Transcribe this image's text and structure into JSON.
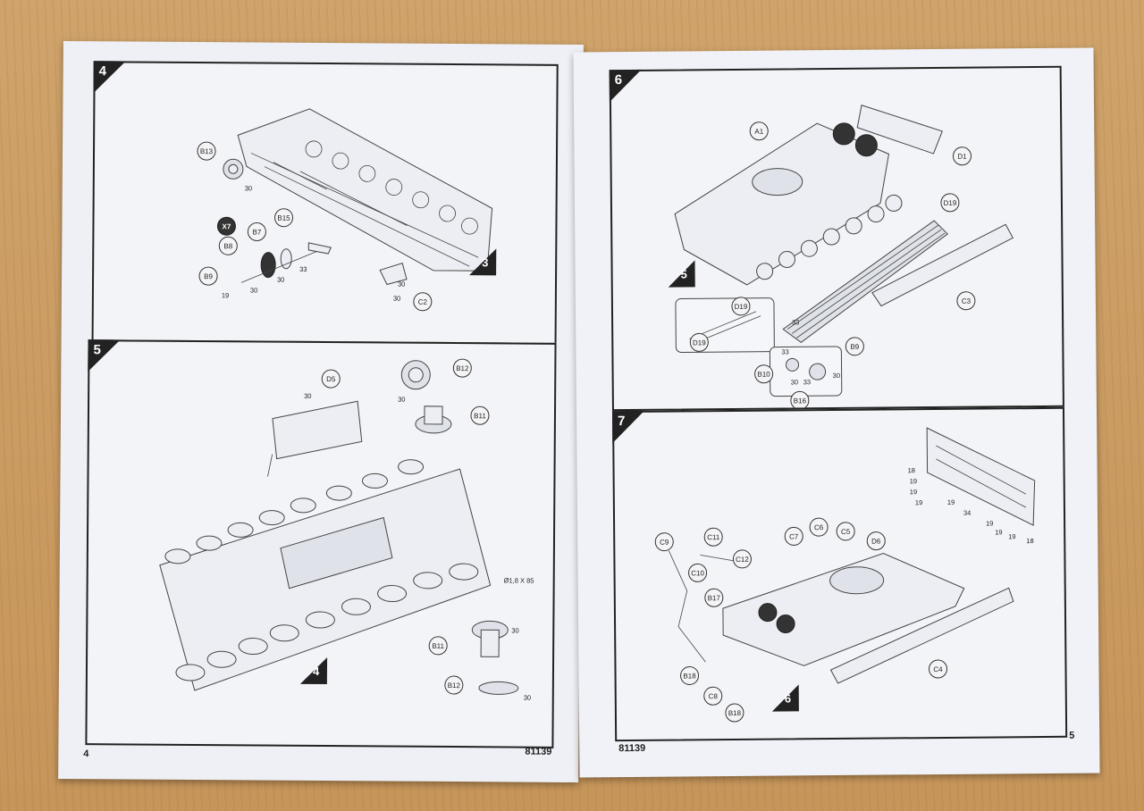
{
  "left_page": {
    "page_number": "4",
    "catalog_number": "81139",
    "steps": [
      {
        "number": "4",
        "labels": [
          "B13",
          "X7",
          "B15",
          "B7",
          "B8",
          "B9",
          "C2"
        ],
        "numbers": [
          "30",
          "33",
          "30",
          "30",
          "19",
          "30",
          "30"
        ],
        "next_step": "3"
      },
      {
        "number": "5",
        "labels": [
          "D5",
          "B12",
          "B11",
          "B11",
          "B12"
        ],
        "numbers": [
          "30",
          "30",
          "30",
          "30"
        ],
        "dimension": "Ø1,8 X 85",
        "next_step": "4"
      }
    ]
  },
  "right_page": {
    "page_number": "5",
    "catalog_number": "81139",
    "steps": [
      {
        "number": "6",
        "labels": [
          "A1",
          "D1",
          "D19",
          "C3",
          "B9",
          "D19",
          "D19",
          "B10",
          "B16"
        ],
        "numbers": [
          "33",
          "33",
          "30",
          "33",
          "30"
        ],
        "sub_step": "5"
      },
      {
        "number": "7",
        "labels": [
          "C9",
          "C11",
          "C7",
          "C6",
          "C5",
          "D6",
          "C12",
          "C10",
          "B17",
          "B18",
          "C8",
          "B18",
          "C4"
        ],
        "numbers": [
          "18",
          "19",
          "19",
          "19",
          "19",
          "34",
          "19",
          "19",
          "19",
          "18"
        ],
        "sub_step": "6"
      }
    ]
  }
}
